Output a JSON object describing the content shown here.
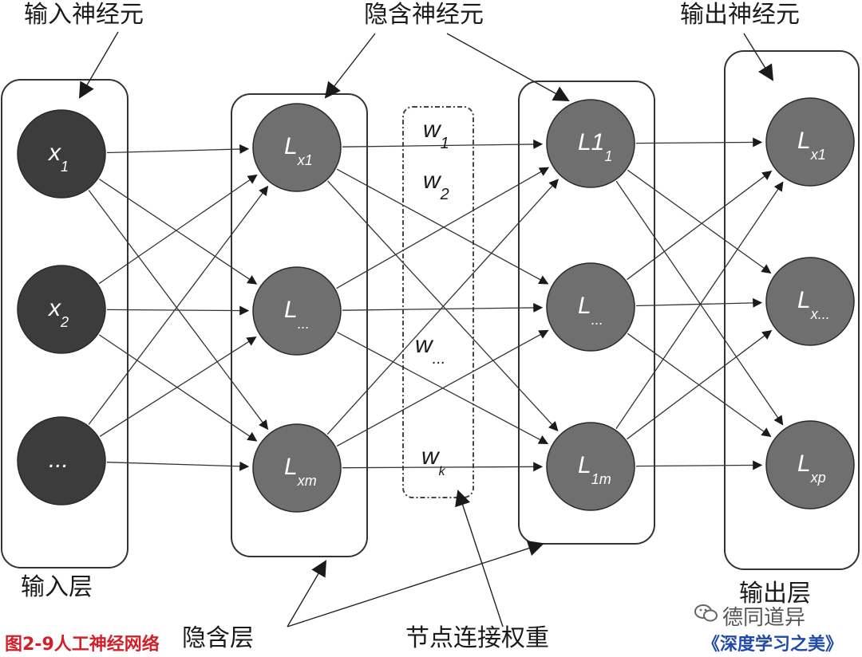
{
  "labels": {
    "input_neuron": "输入神经元",
    "hidden_neuron": "隐含神经元",
    "output_neuron": "输出神经元",
    "input_layer": "输入层",
    "hidden_layer": "隐含层",
    "output_layer": "输出层",
    "node_weights": "节点连接权重",
    "caption": "图2-9人工神经网络",
    "watermark_name": "德同道异",
    "watermark_book": "《深度学习之美》"
  },
  "nodes": {
    "input": [
      {
        "main": "x",
        "sub": "1"
      },
      {
        "main": "x",
        "sub": "2"
      },
      {
        "main": "...",
        "sub": ""
      }
    ],
    "hidden1": [
      {
        "main": "L",
        "sub": "x1"
      },
      {
        "main": "L",
        "sub": "..."
      },
      {
        "main": "L",
        "sub": "xm"
      }
    ],
    "hidden2": [
      {
        "main": "L1",
        "sub": "1"
      },
      {
        "main": "L",
        "sub": "..."
      },
      {
        "main": "L",
        "sub": "1m"
      }
    ],
    "output": [
      {
        "main": "L",
        "sub": "x1"
      },
      {
        "main": "L",
        "sub": "x..."
      },
      {
        "main": "L",
        "sub": "xp"
      }
    ]
  },
  "weights": [
    {
      "main": "w",
      "sub": "1"
    },
    {
      "main": "w",
      "sub": "2"
    },
    {
      "main": "w",
      "sub": "..."
    },
    {
      "main": "w",
      "sub": "k"
    }
  ],
  "colors": {
    "input_node": "#3c3c3c",
    "hidden_node": "#6f6f6f",
    "line": "#333333",
    "caption": "#d2202a",
    "watermark_book": "#1f4aa8"
  }
}
